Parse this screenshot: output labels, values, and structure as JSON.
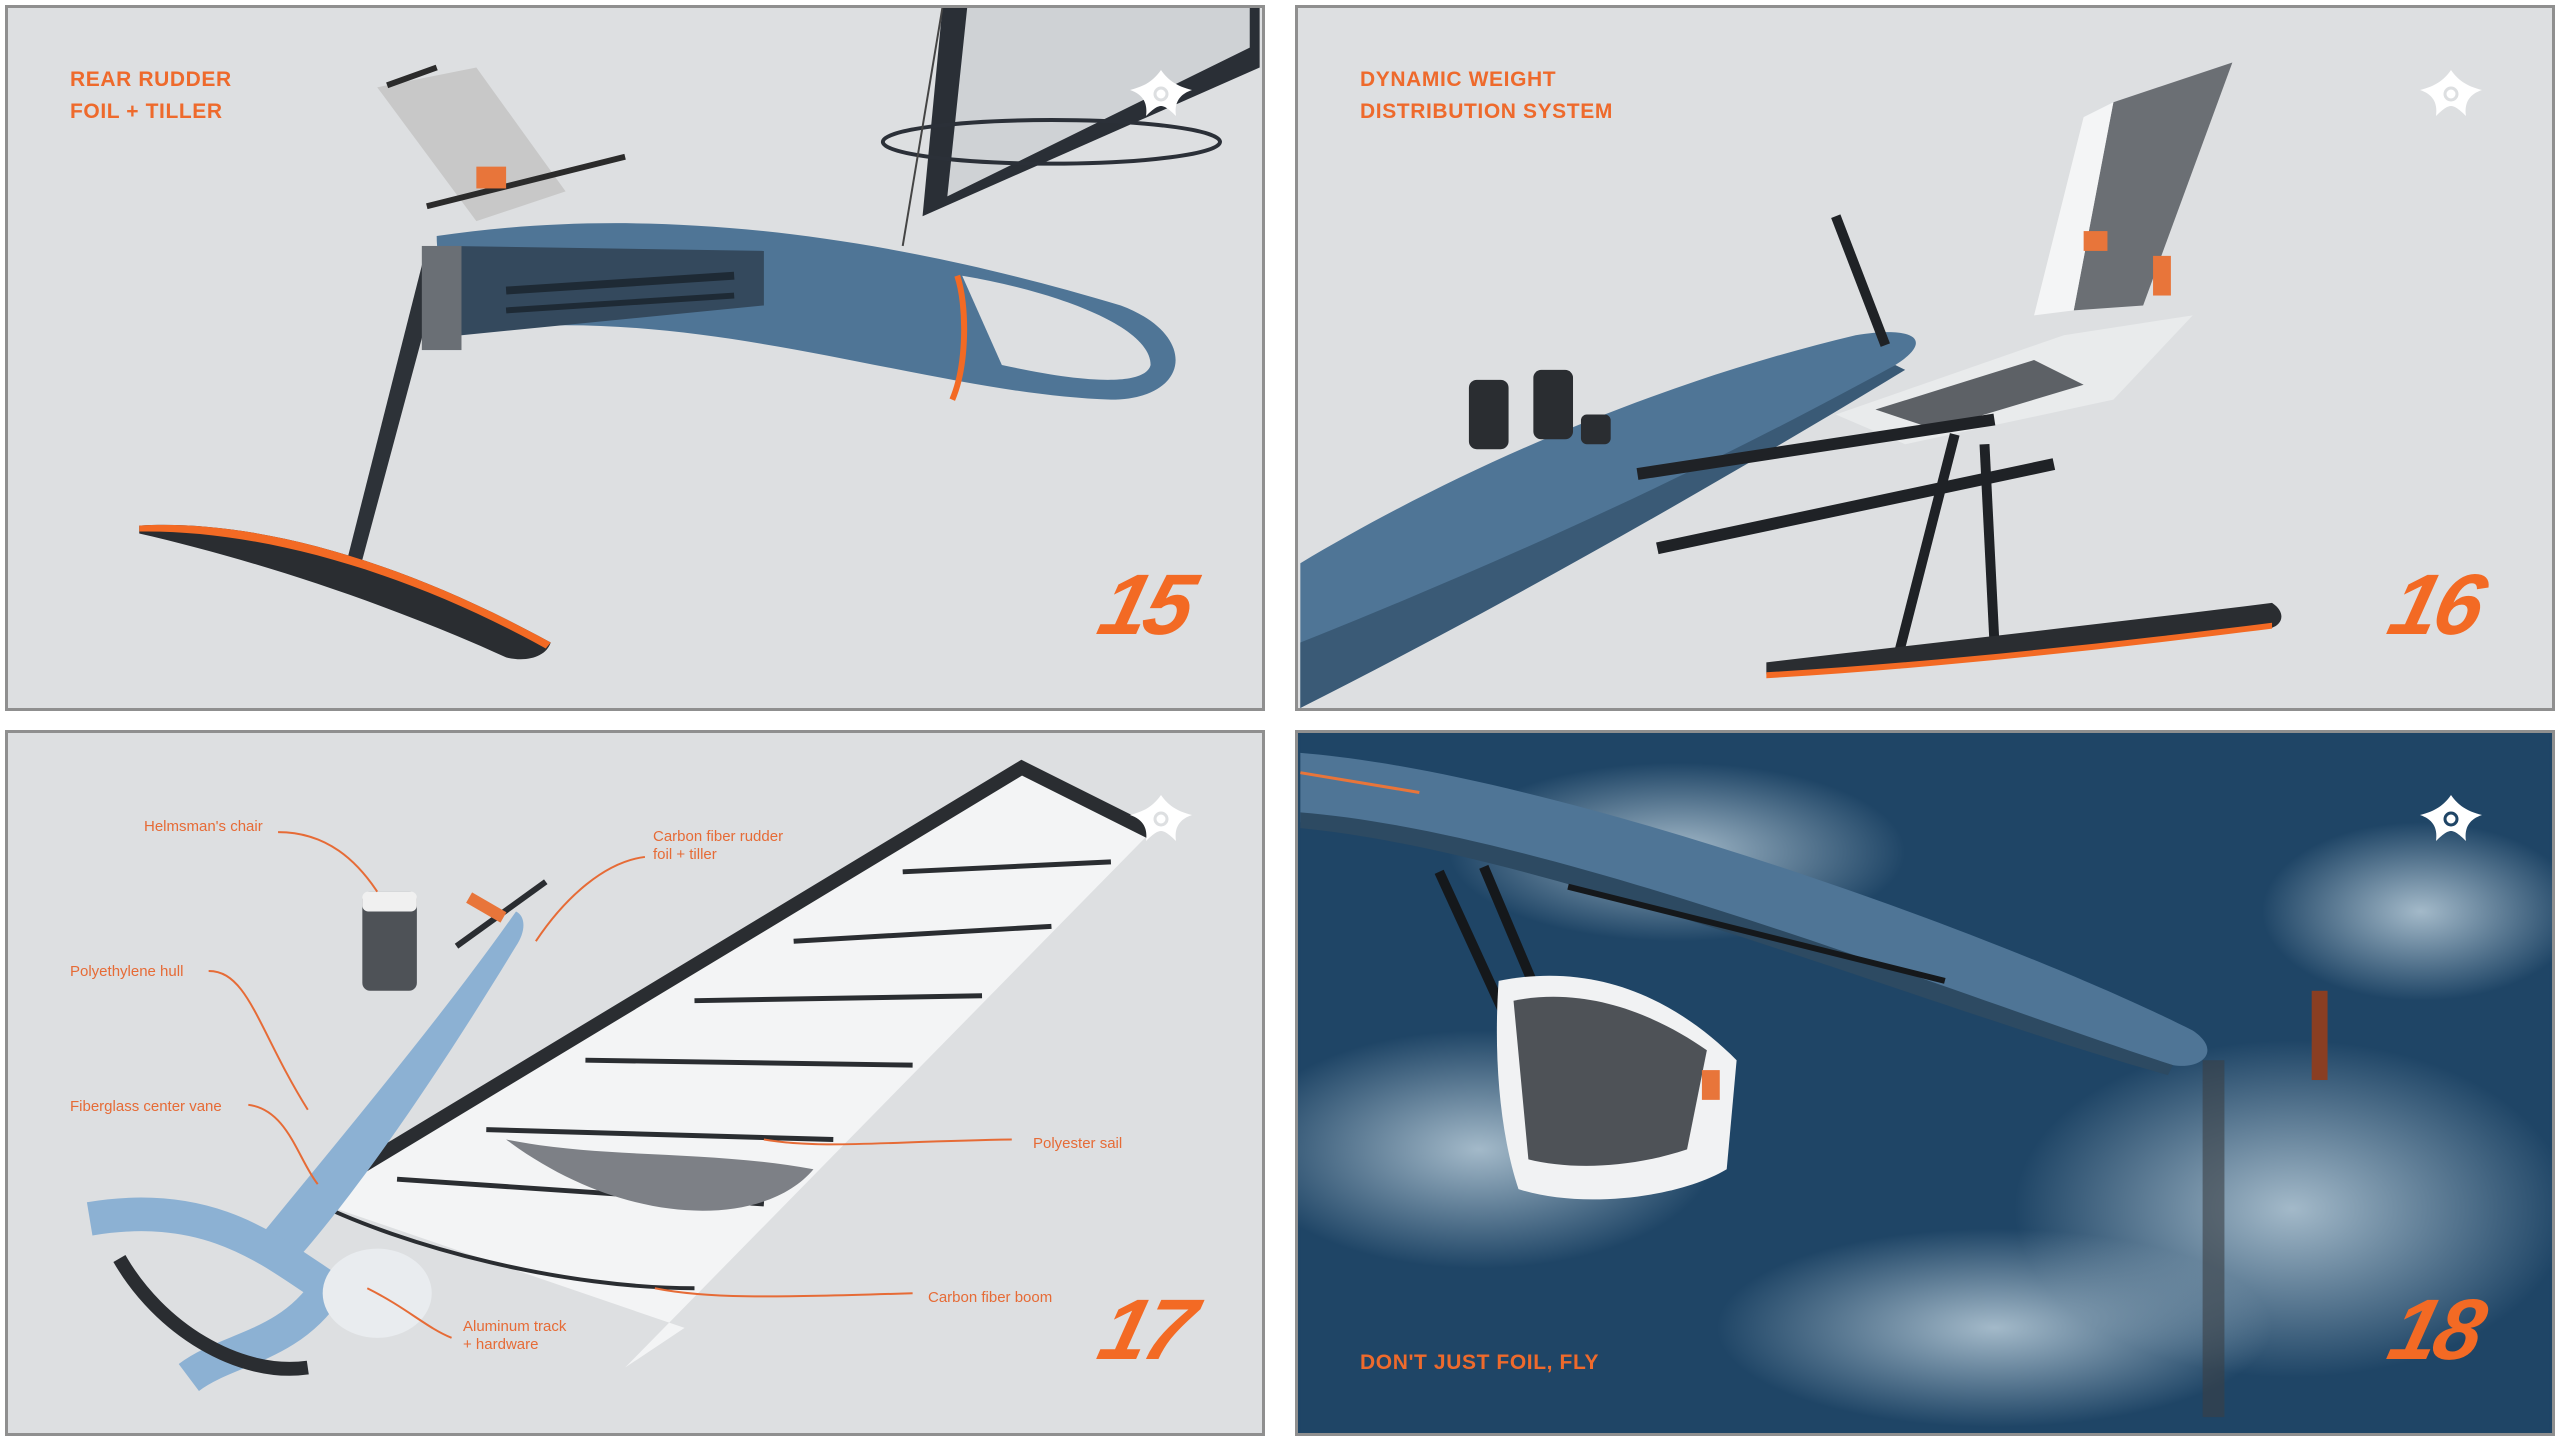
{
  "panels": {
    "rudder": {
      "heading": [
        "REAR RUDDER",
        "FOIL + TILLER"
      ],
      "page_number": "15"
    },
    "weight": {
      "heading": [
        "DYNAMIC WEIGHT",
        "DISTRIBUTION SYSTEM"
      ],
      "page_number": "16"
    },
    "parts": {
      "page_number": "17",
      "callouts": {
        "helmsman_chair": "Helmsman's chair",
        "rudder_foil": [
          "Carbon fiber rudder",
          "foil + tiller"
        ],
        "hull": "Polyethylene hull",
        "center_vane": "Fiberglass center vane",
        "sail": "Polyester sail",
        "boom": "Carbon fiber boom",
        "track": [
          "Aluminum track",
          "+ hardware"
        ]
      }
    },
    "water": {
      "tagline": "DON'T JUST FOIL, FLY",
      "page_number": "18"
    }
  },
  "logo": {
    "icon": "bird-emblem-icon",
    "color": "#ffffff"
  },
  "colors": {
    "accent_orange": "#f36a24",
    "hull_blue": "#4f7596",
    "panel_grey": "#dddfe1",
    "water_blue": "#1f4566"
  }
}
